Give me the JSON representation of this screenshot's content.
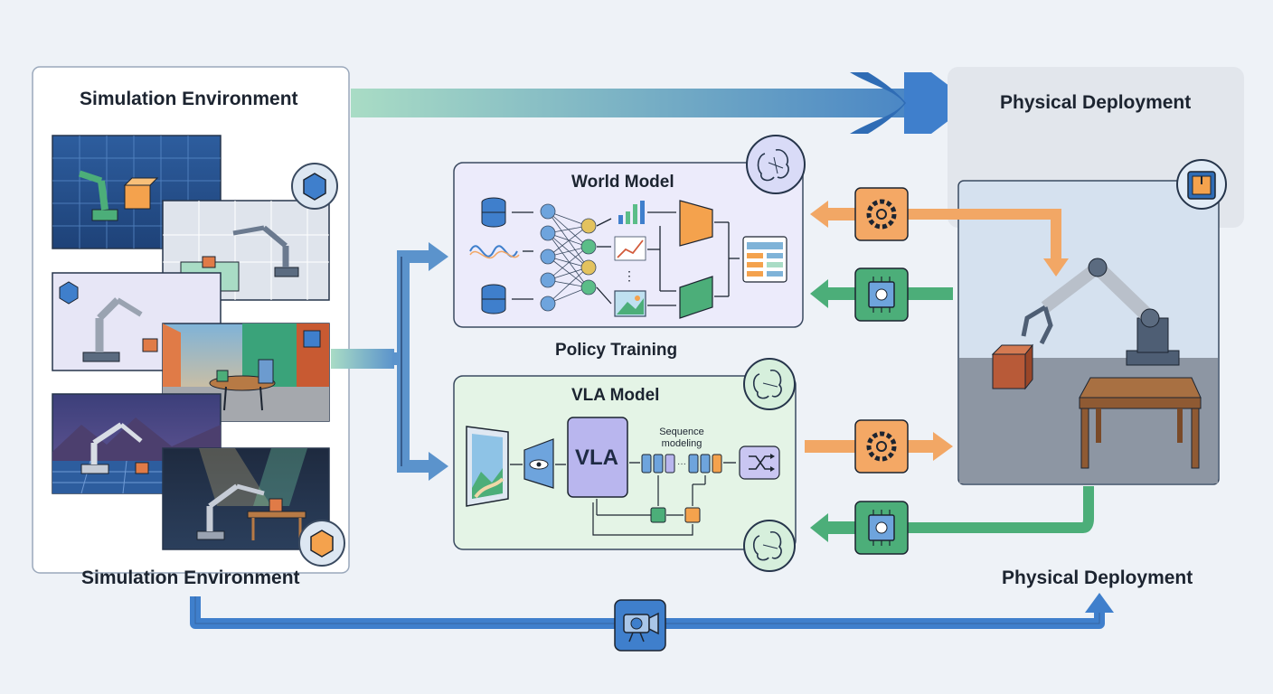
{
  "labels": {
    "sim_env_top": "Simulation Environment",
    "sim_env_bottom": "Simulation Environment",
    "phys_top": "Physical Deployment",
    "phys_bottom": "Physical Deployment",
    "world_model": "World Model",
    "policy_training": "Policy Training",
    "vla_model": "VLA Model",
    "vla_block": "VLA",
    "sequence_modeling_line1": "Sequence",
    "sequence_modeling_line2": "modeling"
  },
  "colors": {
    "flow_blue": "#4a86c5",
    "feedback_orange": "#f2a765",
    "sensor_green": "#4cae79",
    "world_model_bg": "#ecebfb",
    "vla_model_bg": "#e4f4e6",
    "vla_block": "#b9b6ee"
  },
  "icons": [
    "cube-icon",
    "package-icon",
    "brain-network-icon",
    "gear-icon",
    "chip-icon",
    "camera-icon",
    "database-icon",
    "waveform-icon",
    "bar-chart-icon",
    "image-icon",
    "eye-icon",
    "shuffle-icon",
    "table-icon",
    "robot-arm-icon"
  ]
}
